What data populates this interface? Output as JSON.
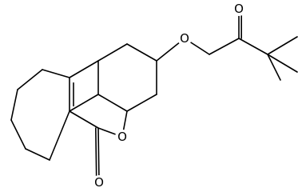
{
  "structure": {
    "atoms": [
      {
        "id": "ring-oxygen",
        "label": "O"
      },
      {
        "id": "carbonyl-oxygen-lactone",
        "label": "O"
      },
      {
        "id": "ether-oxygen",
        "label": "O"
      },
      {
        "id": "carbonyl-oxygen-ketone",
        "label": "O"
      }
    ]
  },
  "colors": {
    "bond": "#000000",
    "background": "#ffffff"
  }
}
